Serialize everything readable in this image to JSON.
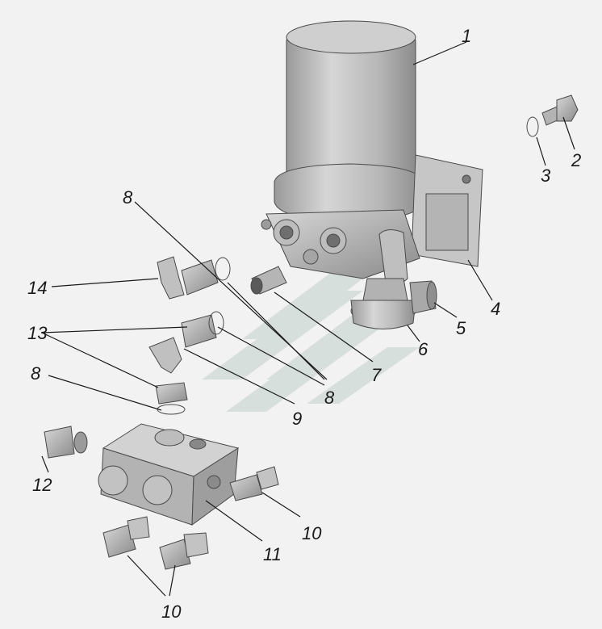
{
  "diagram": {
    "callouts": [
      {
        "id": "c1",
        "label": "1"
      },
      {
        "id": "c2",
        "label": "2"
      },
      {
        "id": "c3",
        "label": "3"
      },
      {
        "id": "c4",
        "label": "4"
      },
      {
        "id": "c5",
        "label": "5"
      },
      {
        "id": "c6",
        "label": "6"
      },
      {
        "id": "c7",
        "label": "7"
      },
      {
        "id": "c8a",
        "label": "8"
      },
      {
        "id": "c8b",
        "label": "8"
      },
      {
        "id": "c8c",
        "label": "8"
      },
      {
        "id": "c9",
        "label": "9"
      },
      {
        "id": "c10a",
        "label": "10"
      },
      {
        "id": "c10b",
        "label": "10"
      },
      {
        "id": "c11",
        "label": "11"
      },
      {
        "id": "c12",
        "label": "12"
      },
      {
        "id": "c13",
        "label": "13"
      },
      {
        "id": "c14",
        "label": "14"
      }
    ],
    "colors": {
      "background": "#f2f2f2",
      "part_light": "#c9c9c9",
      "part_mid": "#a9a9a9",
      "part_dark": "#7e7e7e",
      "watermark": "#d3dcd9"
    }
  }
}
